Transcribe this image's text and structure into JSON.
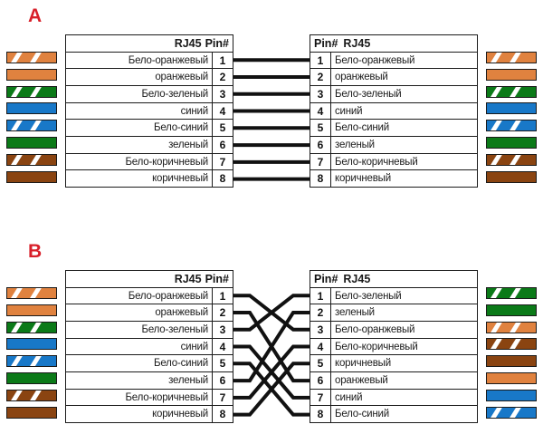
{
  "page": {
    "title": "RJ45 pinout diagrams A and B",
    "letter_color": "#d8202a"
  },
  "colors": {
    "orange": "#e0823f",
    "green": "#0b7a18",
    "blue": "#1878c8",
    "brown": "#8a4411",
    "white": "#ffffff",
    "outline": "#1b1b1b"
  },
  "wire_names": {
    "white_orange": "Бело-оранжевый",
    "orange": "оранжевый",
    "white_green": "Бело-зеленый",
    "blue": "синий",
    "white_blue": "Бело-синий",
    "green": "зеленый",
    "white_brown": "Бело-коричневый",
    "brown": "коричневый"
  },
  "headers": {
    "left_rj45": "RJ45",
    "left_pin": "Pin#",
    "right_pin": "Pin#",
    "right_rj45": "RJ45"
  },
  "diagram_a": {
    "letter": "A",
    "wiring_type": "straight-through",
    "left": {
      "rows": [
        {
          "pin": "1",
          "name": "Бело-оранжевый",
          "color": "#e0823f",
          "striped": true
        },
        {
          "pin": "2",
          "name": "оранжевый",
          "color": "#e0823f",
          "striped": false
        },
        {
          "pin": "3",
          "name": "Бело-зеленый",
          "color": "#0b7a18",
          "striped": true
        },
        {
          "pin": "4",
          "name": "синий",
          "color": "#1878c8",
          "striped": false
        },
        {
          "pin": "5",
          "name": "Бело-синий",
          "color": "#1878c8",
          "striped": true
        },
        {
          "pin": "6",
          "name": "зеленый",
          "color": "#0b7a18",
          "striped": false
        },
        {
          "pin": "7",
          "name": "Бело-коричневый",
          "color": "#8a4411",
          "striped": true
        },
        {
          "pin": "8",
          "name": "коричневый",
          "color": "#8a4411",
          "striped": false
        }
      ]
    },
    "right": {
      "rows": [
        {
          "pin": "1",
          "name": "Бело-оранжевый",
          "color": "#e0823f",
          "striped": true
        },
        {
          "pin": "2",
          "name": "оранжевый",
          "color": "#e0823f",
          "striped": false
        },
        {
          "pin": "3",
          "name": "Бело-зеленый",
          "color": "#0b7a18",
          "striped": true
        },
        {
          "pin": "4",
          "name": "синий",
          "color": "#1878c8",
          "striped": false
        },
        {
          "pin": "5",
          "name": "Бело-синий",
          "color": "#1878c8",
          "striped": true
        },
        {
          "pin": "6",
          "name": "зеленый",
          "color": "#0b7a18",
          "striped": false
        },
        {
          "pin": "7",
          "name": "Бело-коричневый",
          "color": "#8a4411",
          "striped": true
        },
        {
          "pin": "8",
          "name": "коричневый",
          "color": "#8a4411",
          "striped": false
        }
      ]
    },
    "wire_map": [
      {
        "from": 1,
        "to": 1
      },
      {
        "from": 2,
        "to": 2
      },
      {
        "from": 3,
        "to": 3
      },
      {
        "from": 4,
        "to": 4
      },
      {
        "from": 5,
        "to": 5
      },
      {
        "from": 6,
        "to": 6
      },
      {
        "from": 7,
        "to": 7
      },
      {
        "from": 8,
        "to": 8
      }
    ]
  },
  "diagram_b": {
    "letter": "B",
    "wiring_type": "crossover",
    "left": {
      "rows": [
        {
          "pin": "1",
          "name": "Бело-оранжевый",
          "color": "#e0823f",
          "striped": true
        },
        {
          "pin": "2",
          "name": "оранжевый",
          "color": "#e0823f",
          "striped": false
        },
        {
          "pin": "3",
          "name": "Бело-зеленый",
          "color": "#0b7a18",
          "striped": true
        },
        {
          "pin": "4",
          "name": "синий",
          "color": "#1878c8",
          "striped": false
        },
        {
          "pin": "5",
          "name": "Бело-синий",
          "color": "#1878c8",
          "striped": true
        },
        {
          "pin": "6",
          "name": "зеленый",
          "color": "#0b7a18",
          "striped": false
        },
        {
          "pin": "7",
          "name": "Бело-коричневый",
          "color": "#8a4411",
          "striped": true
        },
        {
          "pin": "8",
          "name": "коричневый",
          "color": "#8a4411",
          "striped": false
        }
      ]
    },
    "right": {
      "rows": [
        {
          "pin": "1",
          "name": "Бело-зеленый",
          "color": "#0b7a18",
          "striped": true
        },
        {
          "pin": "2",
          "name": "зеленый",
          "color": "#0b7a18",
          "striped": false
        },
        {
          "pin": "3",
          "name": "Бело-оранжевый",
          "color": "#e0823f",
          "striped": true
        },
        {
          "pin": "4",
          "name": "Бело-коричневый",
          "color": "#8a4411",
          "striped": true
        },
        {
          "pin": "5",
          "name": "коричневый",
          "color": "#8a4411",
          "striped": false
        },
        {
          "pin": "6",
          "name": "оранжевый",
          "color": "#e0823f",
          "striped": false
        },
        {
          "pin": "7",
          "name": "синий",
          "color": "#1878c8",
          "striped": false
        },
        {
          "pin": "8",
          "name": "Бело-синий",
          "color": "#1878c8",
          "striped": true
        }
      ]
    },
    "wire_map": [
      {
        "from": 1,
        "to": 3
      },
      {
        "from": 2,
        "to": 6
      },
      {
        "from": 3,
        "to": 1
      },
      {
        "from": 4,
        "to": 7
      },
      {
        "from": 5,
        "to": 8
      },
      {
        "from": 6,
        "to": 2
      },
      {
        "from": 7,
        "to": 4
      },
      {
        "from": 8,
        "to": 5
      }
    ]
  }
}
